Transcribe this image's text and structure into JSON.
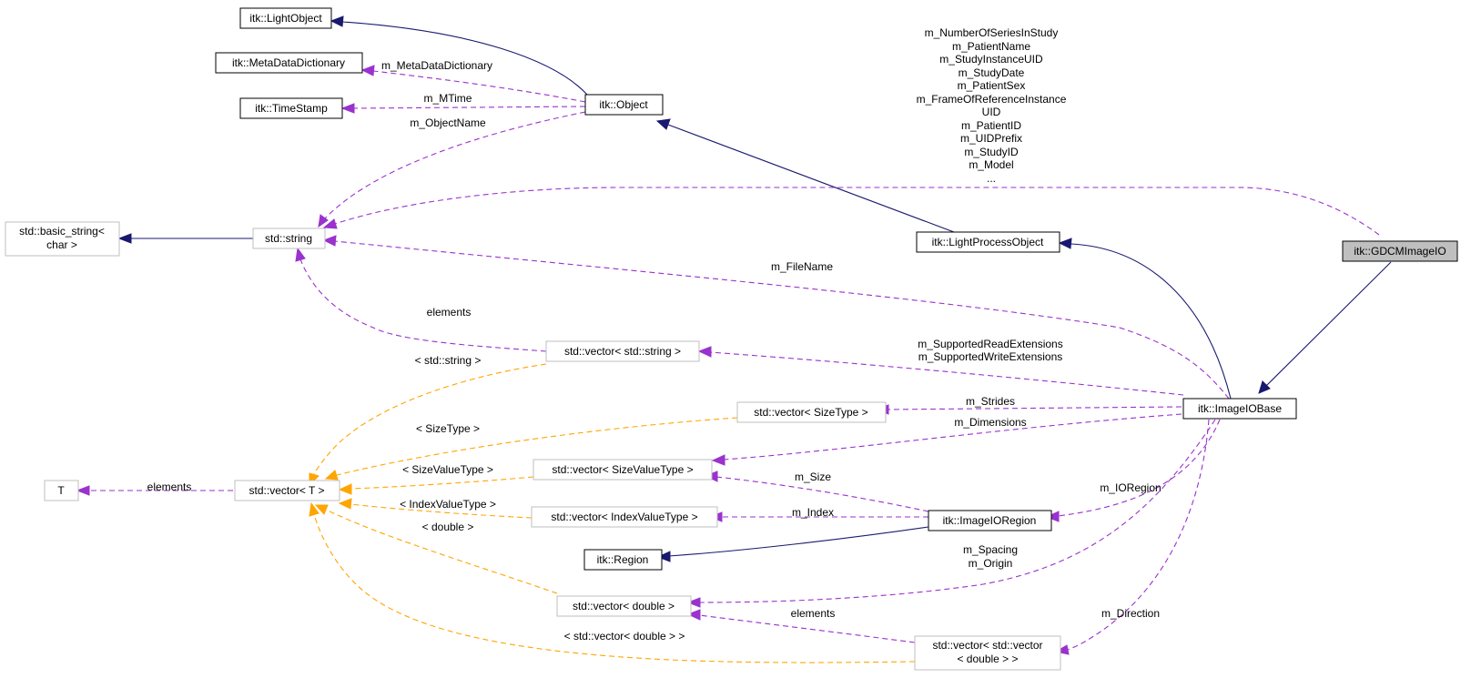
{
  "nodes": {
    "light_object": "itk::LightObject",
    "meta_data_dictionary": "itk::MetaDataDictionary",
    "time_stamp": "itk::TimeStamp",
    "object": "itk::Object",
    "basic_string": [
      "std::basic_string<",
      "char >"
    ],
    "std_string": "std::string",
    "light_process_object": "itk::LightProcessObject",
    "gdcm_image_io": "itk::GDCMImageIO",
    "vector_string": "std::vector< std::string >",
    "image_io_base": "itk::ImageIOBase",
    "vector_size_type": "std::vector< SizeType >",
    "vector_size_value_type": "std::vector< SizeValueType >",
    "template_T": "T",
    "vector_T": "std::vector< T >",
    "vector_index_value_type": "std::vector< IndexValueType >",
    "image_io_region": "itk::ImageIORegion",
    "region": "itk::Region",
    "vector_double": "std::vector< double >",
    "vector_vector_double": [
      "std::vector< std::vector",
      "< double > >"
    ]
  },
  "edge_labels": {
    "m_meta_data_dictionary": "m_MetaDataDictionary",
    "m_mtime": "m_MTime",
    "m_object_name": "m_ObjectName",
    "gdcm_string_members": [
      "m_NumberOfSeriesInStudy",
      "m_PatientName",
      "m_StudyInstanceUID",
      "m_StudyDate",
      "m_PatientSex",
      "m_FrameOfReferenceInstance",
      "UID",
      "m_PatientID",
      "m_UIDPrefix",
      "m_StudyID",
      "m_Model",
      "..."
    ],
    "m_file_name": "m_FileName",
    "elements_string": "elements",
    "extensions": [
      "m_SupportedReadExtensions",
      "m_SupportedWriteExtensions"
    ],
    "tmpl_std_string": "< std::string >",
    "m_strides": "m_Strides",
    "tmpl_size_type": "< SizeType >",
    "m_dimensions": "m_Dimensions",
    "tmpl_size_value_type": "< SizeValueType >",
    "m_size": "m_Size",
    "elements_T": "elements",
    "m_io_region": "m_IORegion",
    "tmpl_index_value_type": "< IndexValueType >",
    "m_index": "m_Index",
    "tmpl_double": "< double >",
    "spacing_origin": [
      "m_Spacing",
      "m_Origin"
    ],
    "elements_double": "elements",
    "m_direction": "m_Direction",
    "tmpl_vector_double": "< std::vector< double > >"
  },
  "colors": {
    "inheritance_edge": "#191970",
    "member_edge": "#9a32cd",
    "template_edge": "#ffa500",
    "highlight_node_fill": "#bfbfbf",
    "external_node_border": "#bfbfbf"
  }
}
